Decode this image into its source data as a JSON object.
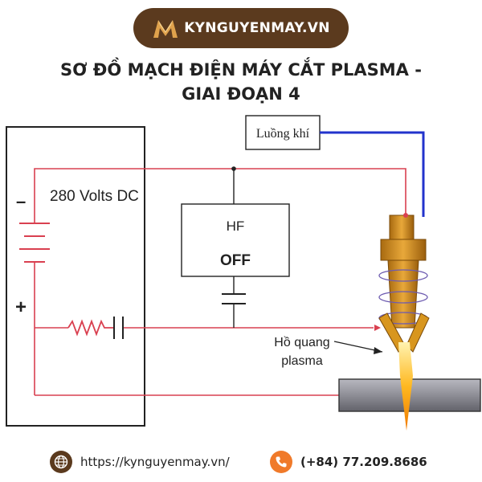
{
  "brand": {
    "name": "KYNGUYENMAY.VN"
  },
  "title": {
    "line1": "SƠ ĐỒ MẠCH ĐIỆN MÁY CẮT PLASMA -",
    "line2": "GIAI ĐOẠN 4"
  },
  "diagram": {
    "supply_label": "280 Volts DC",
    "minus_sign": "–",
    "plus_sign": "+",
    "hf_label": "HF",
    "hf_state": "OFF",
    "gas_label": "Luồng khí",
    "arc_label_line1": "Hồ quang",
    "arc_label_line2": "plasma"
  },
  "colors": {
    "wire": "#d94050",
    "gas_line": "#2233cc",
    "brand_bg": "#5b3a1e",
    "accent": "#f07a2a",
    "workpiece": "#8e8e96"
  },
  "footer": {
    "website": "https://kynguyenmay.vn/",
    "phone": "(+84) 77.209.8686"
  },
  "icons": {
    "website": "globe-icon",
    "phone": "phone-icon",
    "logo": "km-logo-icon"
  }
}
